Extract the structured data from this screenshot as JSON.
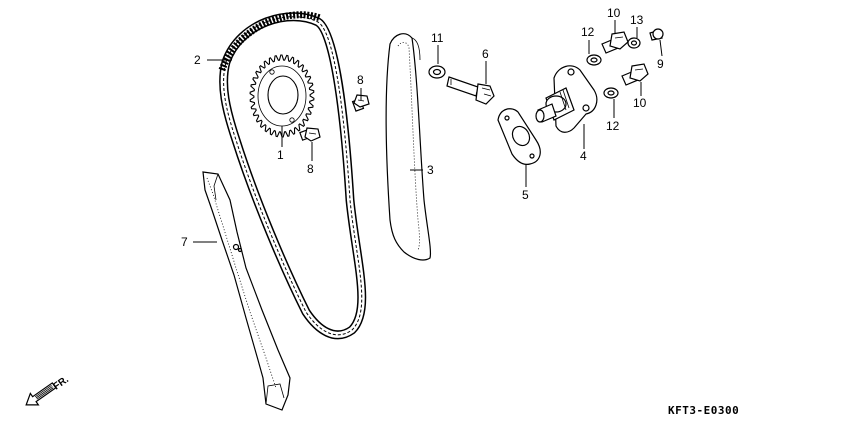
{
  "callouts": {
    "c1": "1",
    "c2": "2",
    "c3": "3",
    "c4": "4",
    "c5": "5",
    "c6": "6",
    "c7": "7",
    "c8a": "8",
    "c8b": "8",
    "c9": "9",
    "c10a": "10",
    "c10b": "10",
    "c11": "11",
    "c12a": "12",
    "c12b": "12",
    "c13": "13"
  },
  "diagram_code": "KFT3-E0300",
  "front_marker": "FR."
}
